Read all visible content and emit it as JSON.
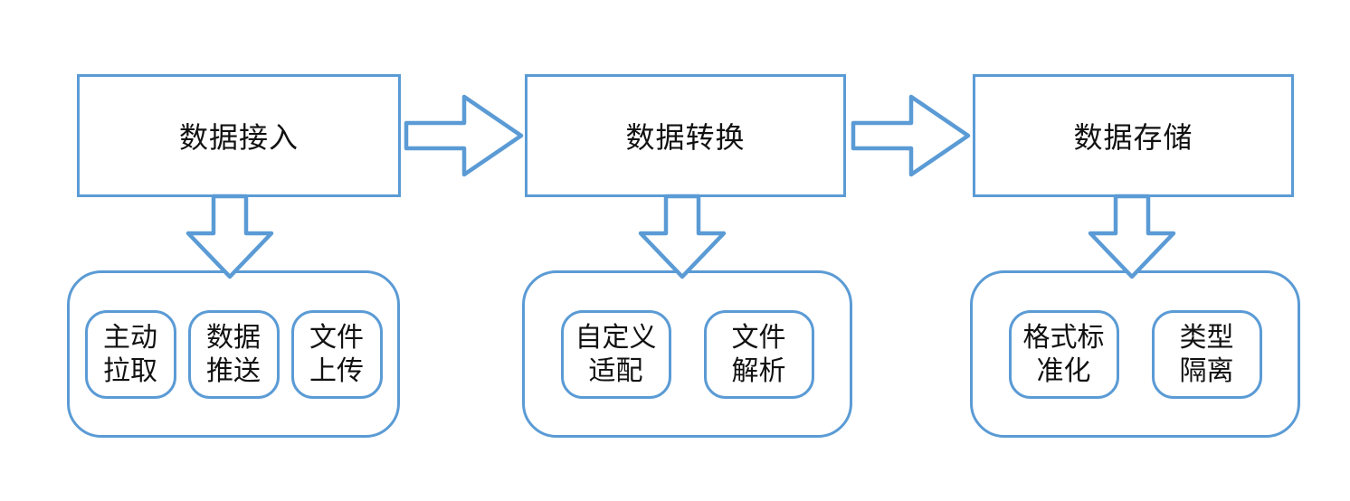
{
  "canvas": {
    "background_color": "#ffffff",
    "accent_color": "#5b9bd5",
    "text_color": "#111111"
  },
  "icons": {
    "flow_connector": "right-block-arrow-icon",
    "drilldown_connector": "down-block-arrow-icon"
  },
  "stages": [
    {
      "title": "数据接入",
      "children": [
        {
          "lines": [
            "主动",
            "拉取"
          ]
        },
        {
          "lines": [
            "数据",
            "推送"
          ]
        },
        {
          "lines": [
            "文件",
            "上传"
          ]
        }
      ]
    },
    {
      "title": "数据转换",
      "children": [
        {
          "lines": [
            "自定义",
            "适配"
          ]
        },
        {
          "lines": [
            "文件",
            "解析"
          ]
        }
      ]
    },
    {
      "title": "数据存储",
      "children": [
        {
          "lines": [
            "格式标",
            "准化"
          ]
        },
        {
          "lines": [
            "类型",
            "隔离"
          ]
        }
      ]
    }
  ]
}
